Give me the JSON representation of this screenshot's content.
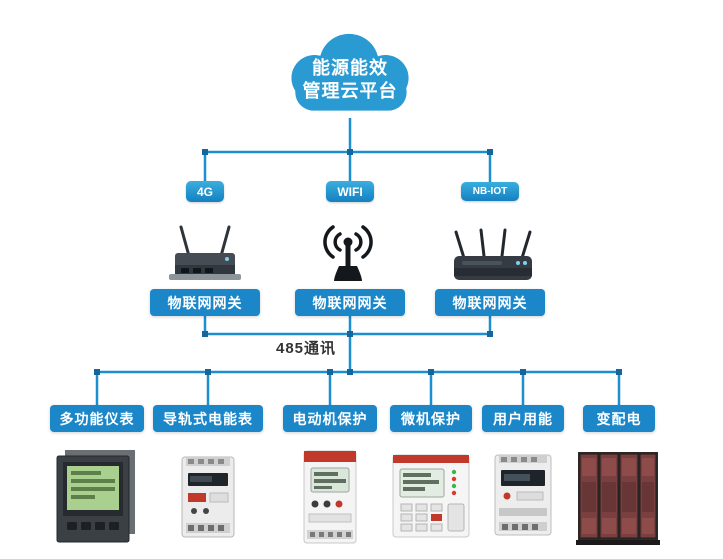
{
  "cloud": {
    "line1": "能源能效",
    "line2": "管理云平台"
  },
  "connectivity": [
    {
      "label": "4G",
      "gateway_label": "物联网网关",
      "icon": "4g-router-icon"
    },
    {
      "label": "WIFI",
      "gateway_label": "物联网网关",
      "icon": "wifi-antenna-icon"
    },
    {
      "label": "NB-IOT",
      "gateway_label": "物联网网关",
      "icon": "nbiot-router-icon"
    }
  ],
  "bus": {
    "label": "485通讯"
  },
  "devices": [
    {
      "label": "多功能仪表",
      "icon": "multifunction-meter-image"
    },
    {
      "label": "导轨式电能表",
      "icon": "din-rail-meter-image"
    },
    {
      "label": "电动机保护",
      "icon": "motor-protection-image"
    },
    {
      "label": "微机保护",
      "icon": "microcomputer-protection-image"
    },
    {
      "label": "用户用能",
      "icon": "user-energy-meter-image"
    },
    {
      "label": "变配电",
      "icon": "distribution-cabinet-image"
    }
  ],
  "colors": {
    "cloud_blue": "#2a9ad2",
    "button_blue": "#1b87c9",
    "line_blue": "#1b8fd0",
    "node_blue": "#16669e",
    "label_dark": "#333333"
  }
}
